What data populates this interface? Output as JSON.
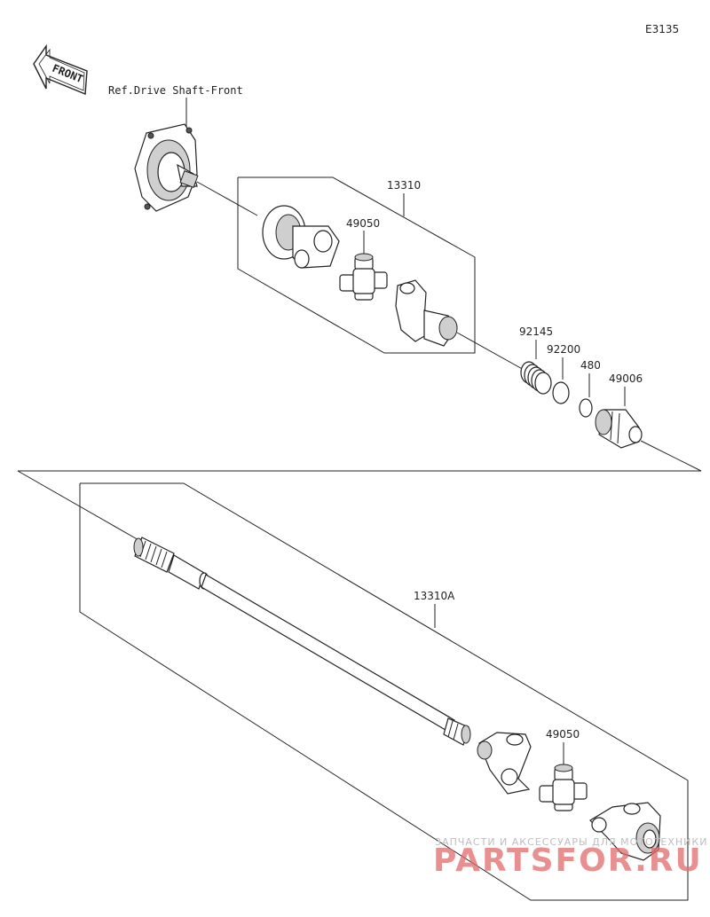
{
  "diagram": {
    "code": "E3135",
    "front_label": "FRONT",
    "reference": "Ref.Drive Shaft-Front",
    "parts": {
      "p13310": "13310",
      "p49050_upper": "49050",
      "p92145": "92145",
      "p92200": "92200",
      "p480": "480",
      "p49006": "49006",
      "p13310A": "13310A",
      "p49050_lower": "49050"
    },
    "watermark": {
      "top": "ЗАПЧАСТИ И АКСЕССУАРЫ ДЛЯ МОТОТЕХНИКИ",
      "main": "PARTSFOR.RU"
    }
  }
}
